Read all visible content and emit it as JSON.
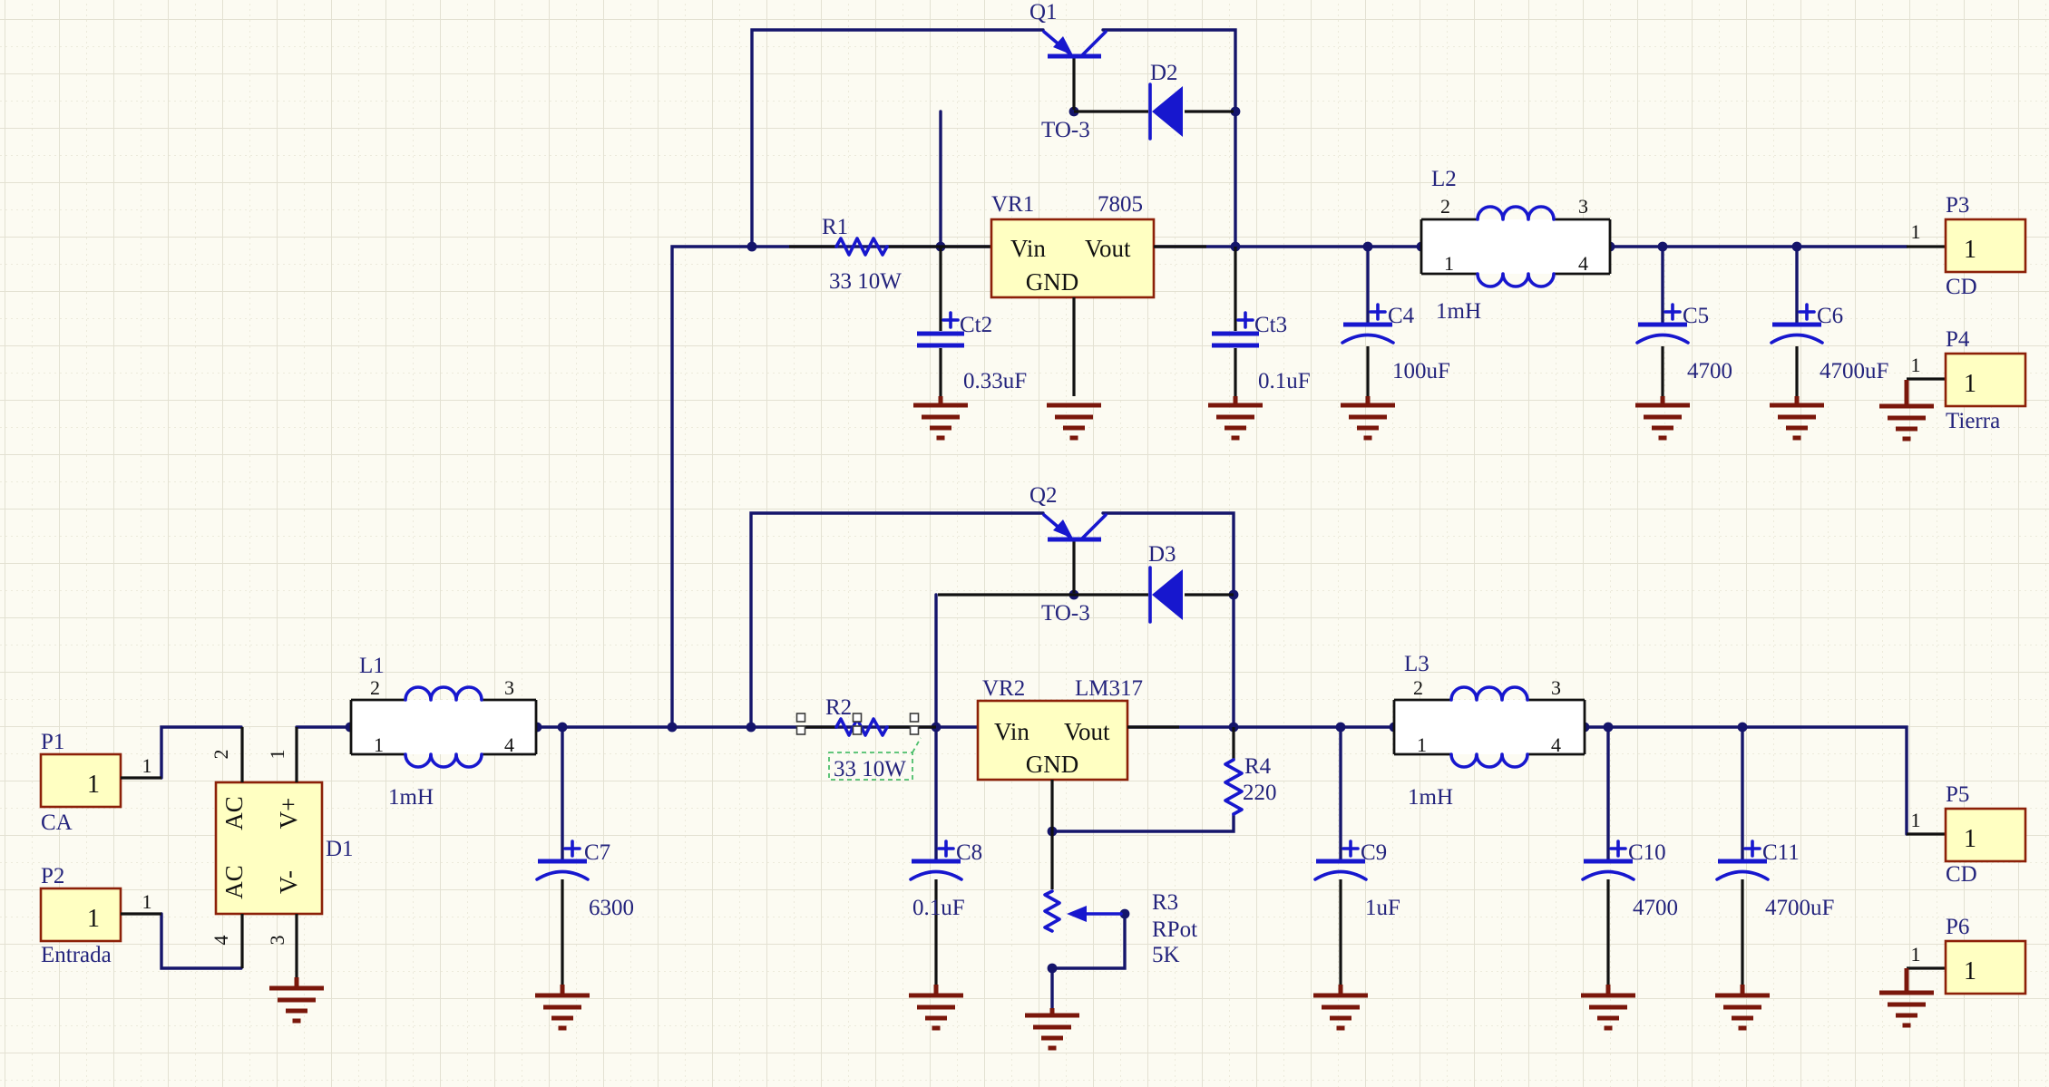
{
  "colors": {
    "bg": "#FCFBF2",
    "grid1": "#E3E1D2",
    "grid2": "#ECEADB",
    "wire": "#15156B",
    "sym": "#1717CE",
    "txt": "#23237C",
    "blk": "#111111",
    "gnd": "#7A170B",
    "body": "#FFFFC2",
    "bodyline": "#8C2008",
    "sel": "#4CBE6B"
  },
  "pins": {
    "n1": "1",
    "n2": "2",
    "n3": "3",
    "n4": "4"
  },
  "selection": {
    "selected_component": "R2"
  },
  "components": {
    "q1": {
      "ref": "Q1",
      "pkg": "TO-3"
    },
    "q2": {
      "ref": "Q2",
      "pkg": "TO-3"
    },
    "d1": {
      "ref": "D1",
      "pin_ac": "AC",
      "pin_vp": "V+",
      "pin_vm": "V-"
    },
    "d2": {
      "ref": "D2"
    },
    "d3": {
      "ref": "D3"
    },
    "r1": {
      "ref": "R1",
      "value": "33 10W"
    },
    "r2": {
      "ref": "R2",
      "value": "33 10W"
    },
    "r3": {
      "ref": "R3",
      "value": "RPot",
      "value2": "5K"
    },
    "r4": {
      "ref": "R4",
      "value": "220"
    },
    "vr1": {
      "ref": "VR1",
      "part": "7805",
      "pin_vin": "Vin",
      "pin_vout": "Vout",
      "pin_gnd": "GND"
    },
    "vr2": {
      "ref": "VR2",
      "part": "LM317",
      "pin_vin": "Vin",
      "pin_vout": "Vout",
      "pin_gnd": "GND"
    },
    "l1": {
      "ref": "L1",
      "value": "1mH"
    },
    "l2": {
      "ref": "L2",
      "value": "1mH"
    },
    "l3": {
      "ref": "L3",
      "value": "1mH"
    },
    "ct2": {
      "ref": "Ct2",
      "value": "0.33uF"
    },
    "ct3": {
      "ref": "Ct3",
      "value": "0.1uF"
    },
    "c4": {
      "ref": "C4",
      "value": "100uF"
    },
    "c5": {
      "ref": "C5",
      "value": "4700"
    },
    "c6": {
      "ref": "C6",
      "value": "4700uF"
    },
    "c7": {
      "ref": "C7",
      "value": "6300"
    },
    "c8": {
      "ref": "C8",
      "value": "0.1uF"
    },
    "c9": {
      "ref": "C9",
      "value": "1uF"
    },
    "c10": {
      "ref": "C10",
      "value": "4700"
    },
    "c11": {
      "ref": "C11",
      "value": "4700uF"
    },
    "p1": {
      "ref": "P1",
      "net": "CA",
      "pin": "1"
    },
    "p2": {
      "ref": "P2",
      "net": "Entrada",
      "pin": "1"
    },
    "p3": {
      "ref": "P3",
      "net": "CD",
      "pin": "1"
    },
    "p4": {
      "ref": "P4",
      "net": "Tierra",
      "pin": "1"
    },
    "p5": {
      "ref": "P5",
      "net": "CD",
      "pin": "1"
    },
    "p6": {
      "ref": "P6",
      "pin": "1"
    }
  }
}
